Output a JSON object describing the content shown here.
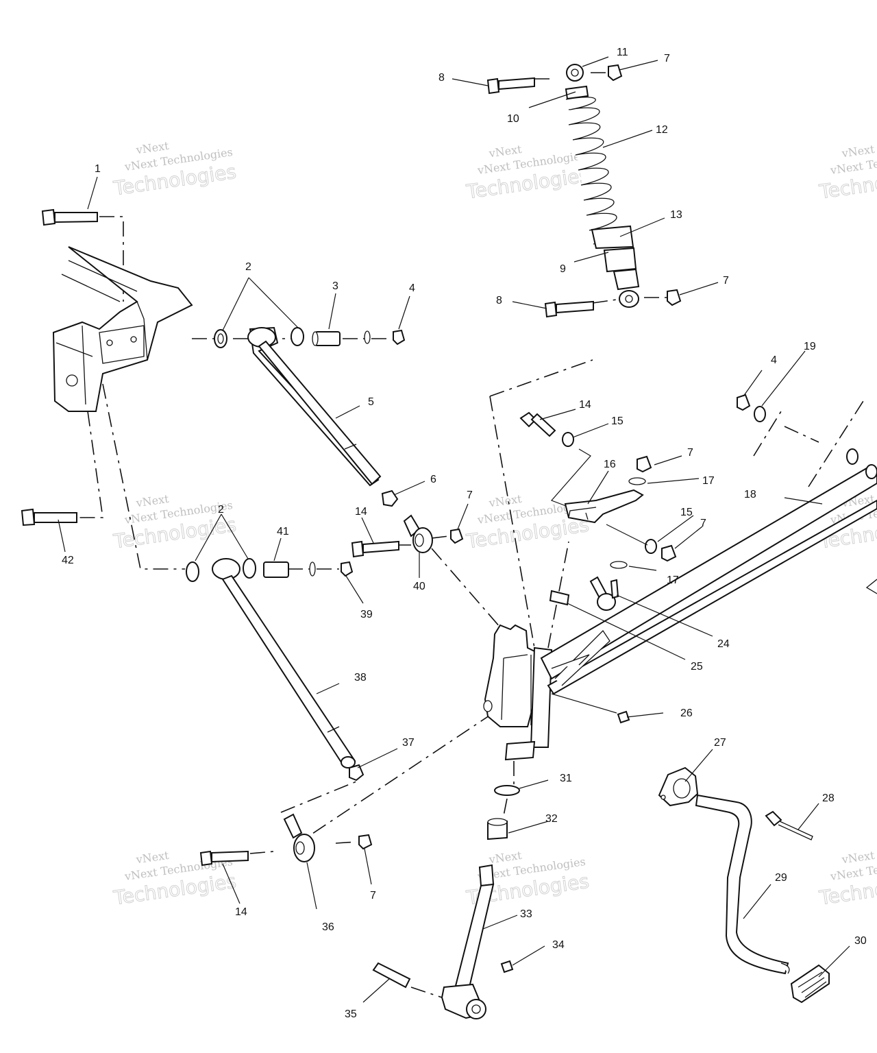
{
  "diagram": {
    "watermark": {
      "line1": "vNext Technologies",
      "line2": "Technologies",
      "logo": "vNext"
    },
    "callouts": {
      "c1": "1",
      "c2a": "2",
      "c2b": "2",
      "c3": "3",
      "c4a": "4",
      "c4b": "4",
      "c5": "5",
      "c6": "6",
      "c7a": "7",
      "c7b": "7",
      "c7c": "7",
      "c7d": "7",
      "c7e": "7",
      "c7f": "7",
      "c8a": "8",
      "c8b": "8",
      "c9": "9",
      "c10": "10",
      "c11": "11",
      "c12": "12",
      "c13": "13",
      "c14a": "14",
      "c14b": "14",
      "c14c": "14",
      "c15a": "15",
      "c15b": "15",
      "c16": "16",
      "c17a": "17",
      "c17b": "17",
      "c18": "18",
      "c19": "19",
      "c24": "24",
      "c25": "25",
      "c26": "26",
      "c27": "27",
      "c28": "28",
      "c29": "29",
      "c30": "30",
      "c31": "31",
      "c32": "32",
      "c33": "33",
      "c34": "34",
      "c35": "35",
      "c36": "36",
      "c37": "37",
      "c38": "38",
      "c39": "39",
      "c40": "40",
      "c41": "41",
      "c42": "42"
    }
  }
}
